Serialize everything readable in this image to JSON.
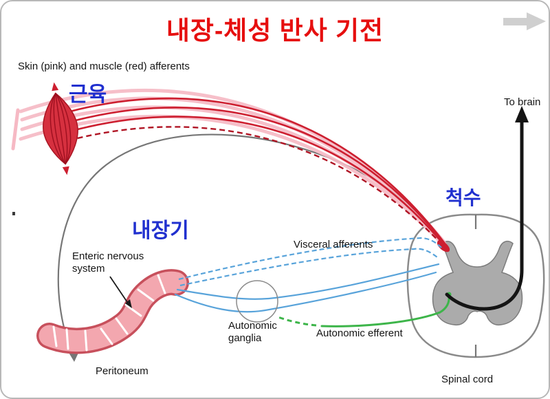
{
  "title": "내장-체성 반사 기전",
  "labels": {
    "afferents_caption": "Skin (pink) and muscle (red) afferents",
    "muscle_kr": "근육",
    "viscera_kr": "내장기",
    "spinal_kr": "척수",
    "to_brain": "To brain",
    "enteric": "Enteric nervous\nsystem",
    "visceral_afferents": "Visceral afferents",
    "autonomic_ganglia": "Autonomic\nganglia",
    "autonomic_efferent": "Autonomic efferent",
    "peritoneum": "Peritoneum",
    "spinal_cord": "Spinal cord"
  },
  "icons": {
    "top_right": "right-block-arrow",
    "to_brain": "up-arrow",
    "enteric_pointer": "down-right-arrow",
    "peritoneum_pointer": "down-arrow"
  },
  "colors": {
    "title_red": "#e60f0f",
    "korean_blue": "#2030cf",
    "muscle_red": "#d6303f",
    "skin_pink": "#f6b9c4",
    "afferent_red": "#cd1f30",
    "visceral_blue": "#58a3da",
    "efferent_green": "#3db54a",
    "gray_matter": "#ababab",
    "outline_gray": "#8a8a8a",
    "peritoneum_gray": "#767676"
  }
}
